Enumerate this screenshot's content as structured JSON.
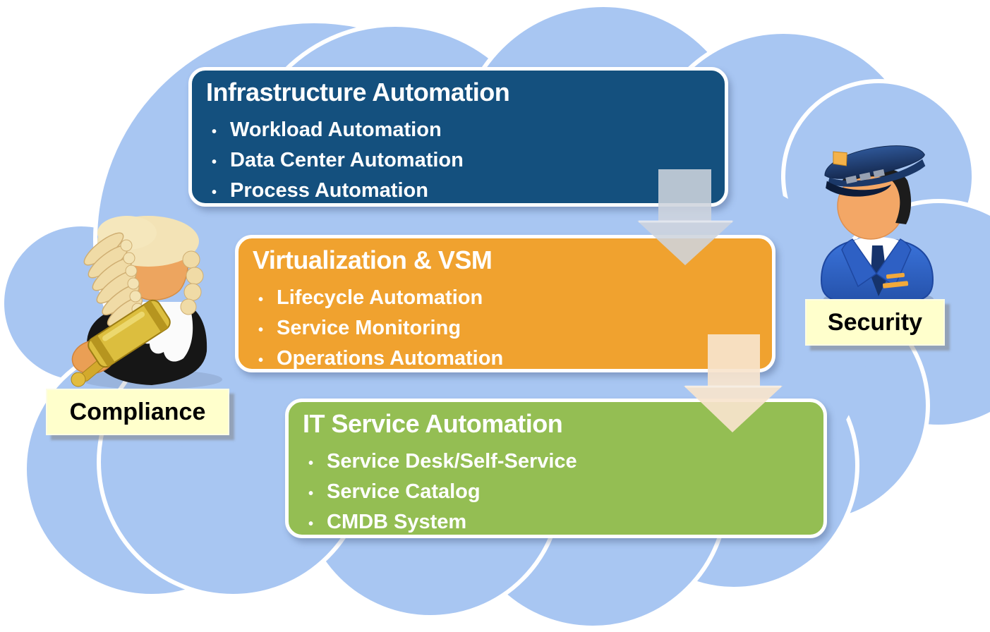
{
  "diagram": {
    "title_hint": "Cloud automation stack diagram",
    "colors": {
      "cloud": "#A8C6F2",
      "box_infrastructure": "#14507E",
      "box_virtualization": "#F0A22F",
      "box_it_service": "#94BE53",
      "box_text": "#FFFFFF",
      "label_bg": "#FFFFCC",
      "label_text": "#000000",
      "arrow_gray": "#CED4DD",
      "arrow_peach": "#F7E4CD"
    },
    "boxes": [
      {
        "id": "infrastructure-automation",
        "title": "Infrastructure Automation",
        "bullets": [
          "Workload Automation",
          "Data Center Automation",
          "Process Automation"
        ]
      },
      {
        "id": "virtualization-vsm",
        "title": "Virtualization & VSM",
        "bullets": [
          "Lifecycle Automation",
          "Service Monitoring",
          "Operations Automation"
        ]
      },
      {
        "id": "it-service-automation",
        "title": "IT Service Automation",
        "bullets": [
          "Service Desk/Self-Service",
          "Service Catalog",
          "CMDB System"
        ]
      }
    ],
    "arrows": [
      {
        "from": "infrastructure-automation",
        "to": "virtualization-vsm",
        "direction": "down",
        "color": "#CED4DD"
      },
      {
        "from": "virtualization-vsm",
        "to": "it-service-automation",
        "direction": "down",
        "color": "#F7E4CD"
      }
    ],
    "labels": [
      {
        "id": "compliance",
        "text": "Compliance",
        "icon": "judge-gavel-icon"
      },
      {
        "id": "security",
        "text": "Security",
        "icon": "police-officer-icon"
      }
    ]
  }
}
